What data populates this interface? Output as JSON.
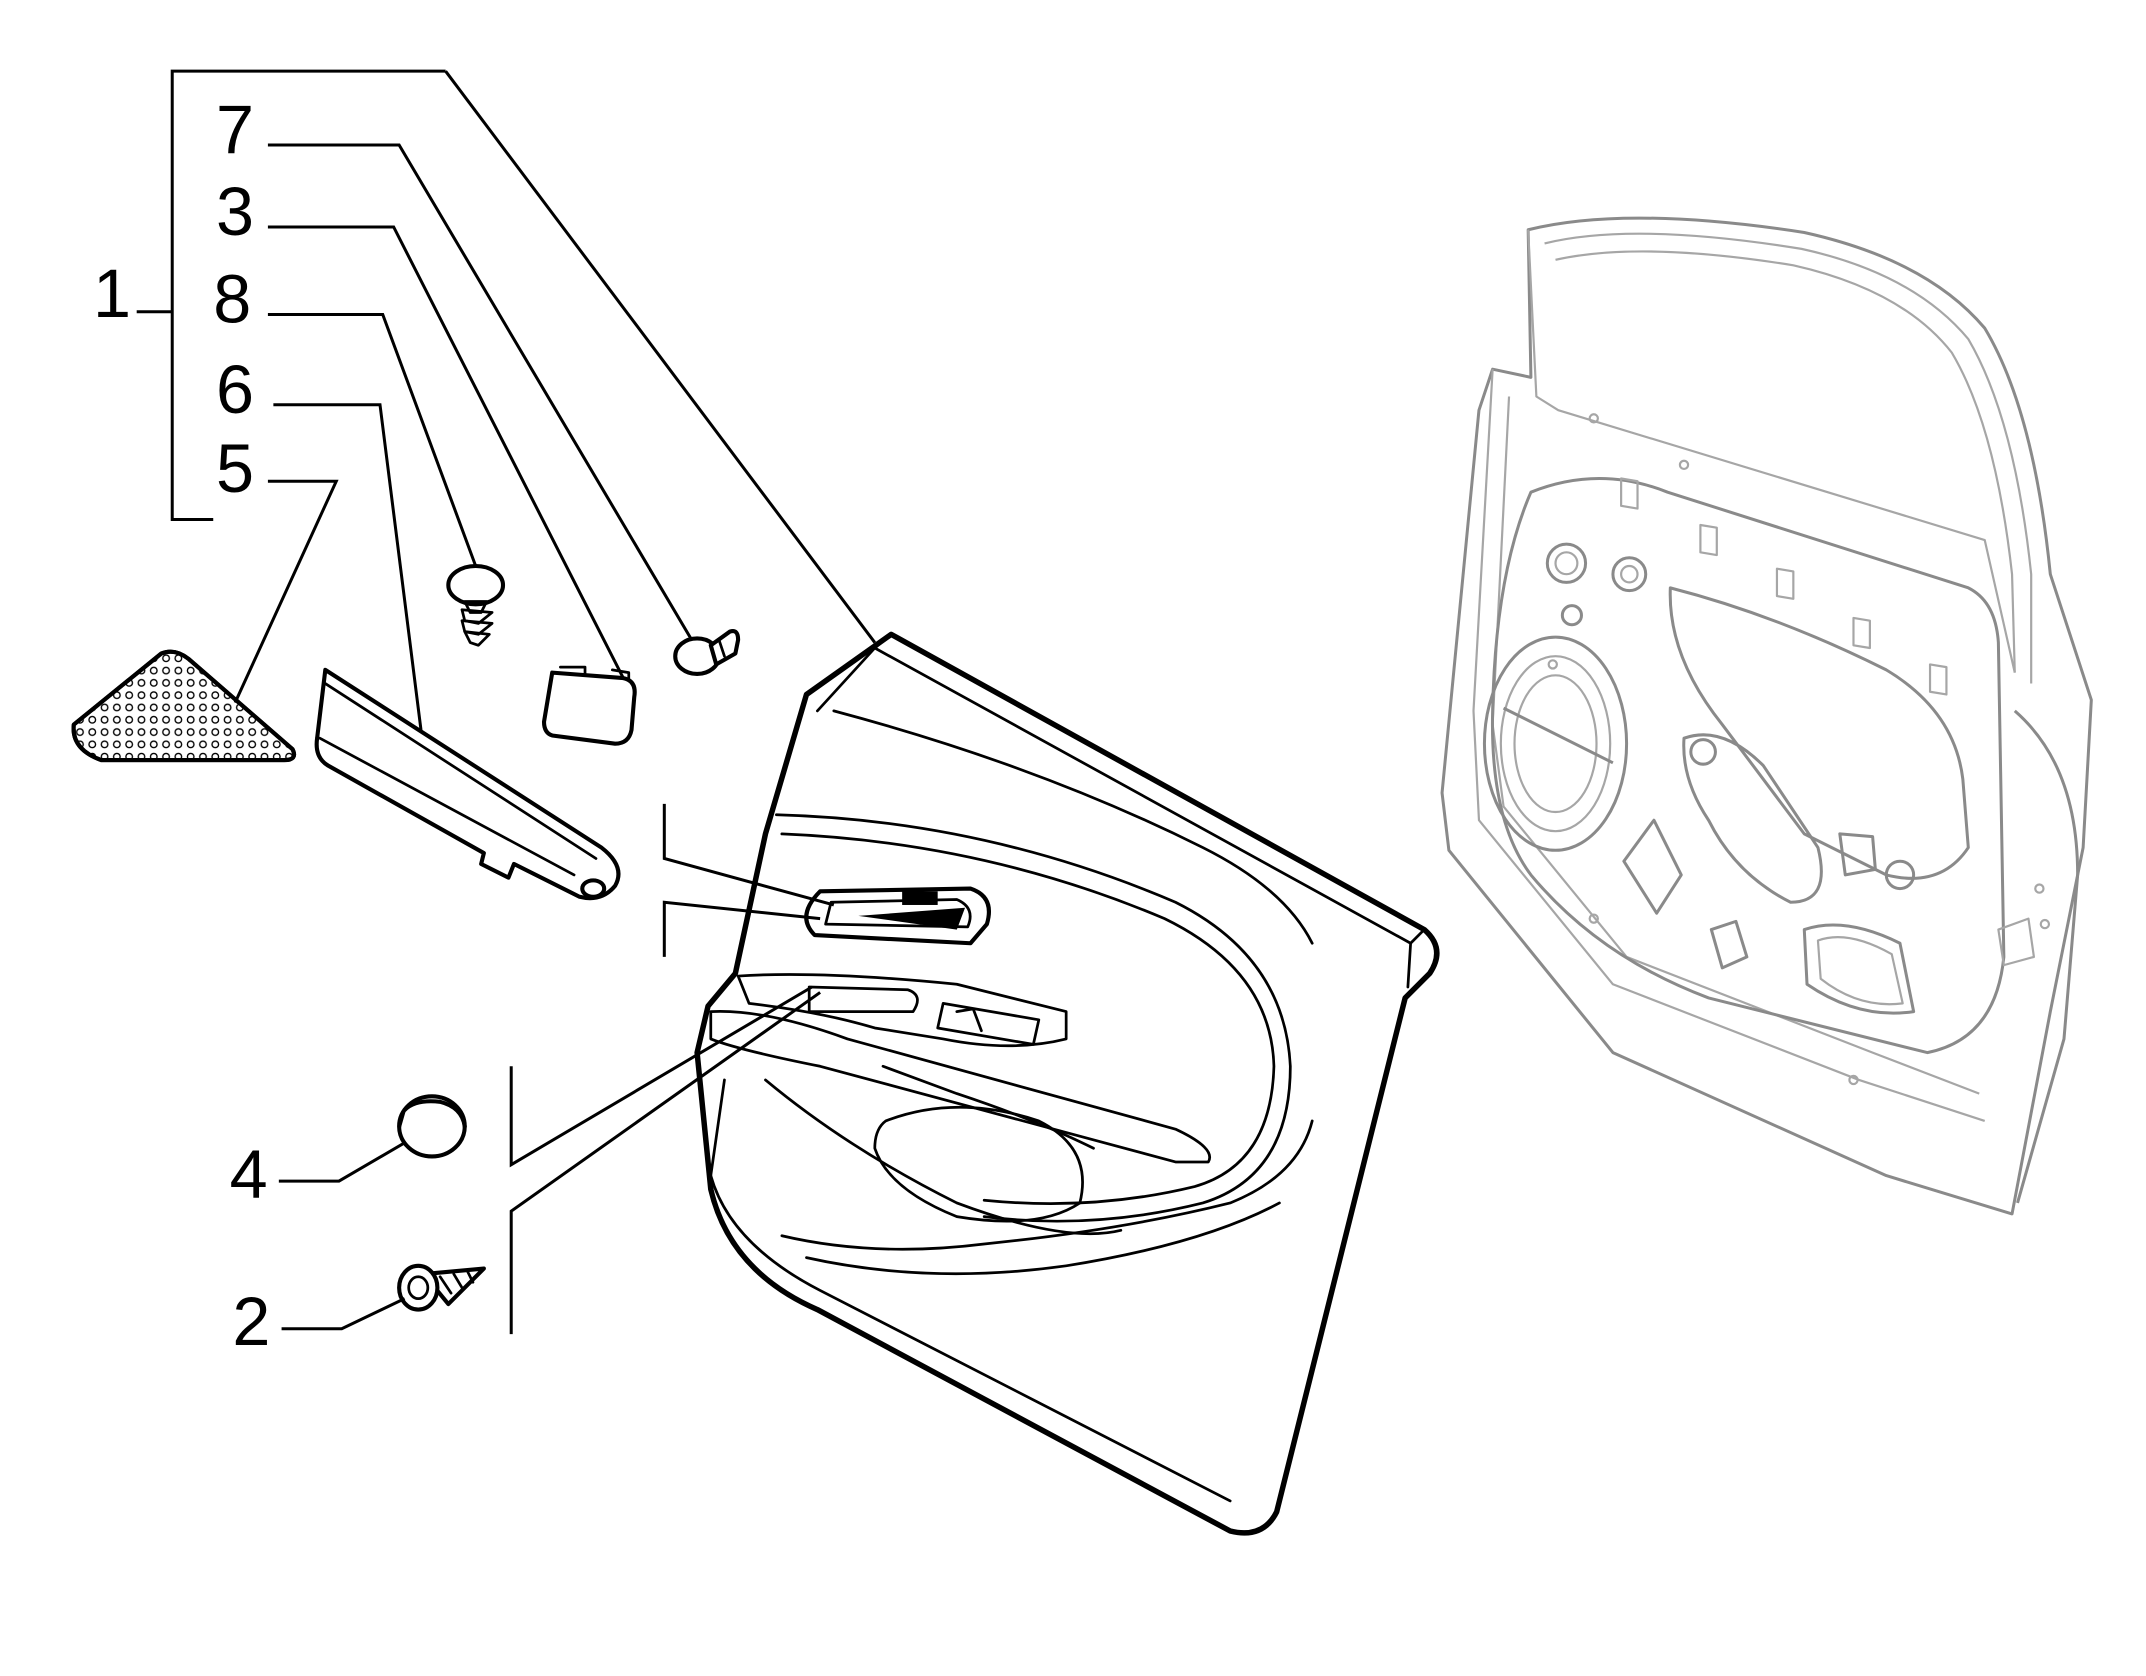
{
  "callouts": [
    {
      "id": "1",
      "text": "1"
    },
    {
      "id": "2",
      "text": "2"
    },
    {
      "id": "3",
      "text": "3"
    },
    {
      "id": "4",
      "text": "4"
    },
    {
      "id": "5",
      "text": "5"
    },
    {
      "id": "6",
      "text": "6"
    },
    {
      "id": "7",
      "text": "7"
    },
    {
      "id": "8",
      "text": "8"
    }
  ],
  "parts": {
    "p1": "door-trim-panel",
    "p2": "self-tapping-screw",
    "p3": "clip-cover",
    "p4": "round-cap-plug",
    "p5": "speaker-grille",
    "p6": "armrest-trim-strip",
    "p7": "push-fastener",
    "p8": "fir-tree-clip",
    "door": "door-inner-frame"
  }
}
